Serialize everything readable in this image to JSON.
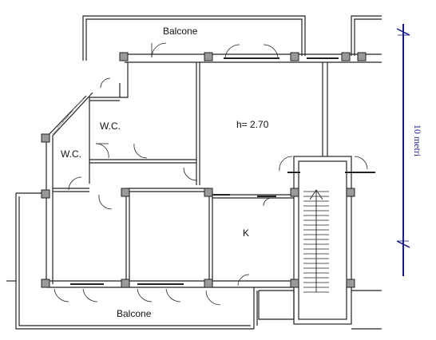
{
  "labels": {
    "balcony_top": "Balcone",
    "balcony_bottom": "Balcone",
    "wc_upper": "W.C.",
    "wc_lower": "W.C.",
    "ceiling_height": "h= 2.70",
    "kitchen": "K",
    "scale": "10 metri"
  },
  "colors": {
    "wall": "#222222",
    "column_fill": "#9a9a9a",
    "scale_line": "#1a1a8a",
    "hatch": "#888888"
  }
}
